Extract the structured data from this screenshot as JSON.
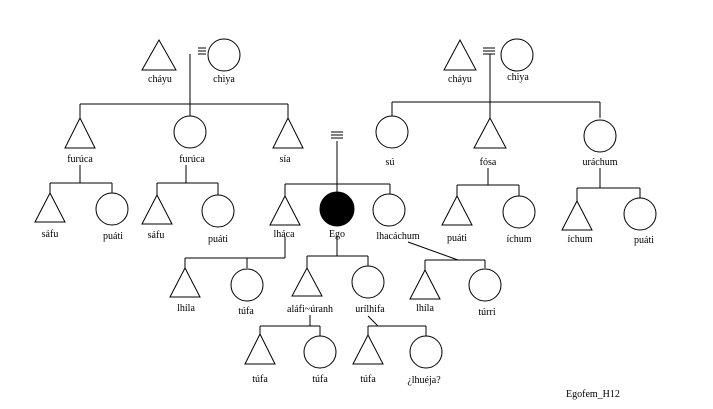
{
  "caption": "Egofem_H12",
  "colors": {
    "line": "#000000",
    "ego_fill": "#000000",
    "background": "#ffffff"
  },
  "people": {
    "gp1_m": "cháyu",
    "gp1_f": "chiya",
    "gp2_m": "cháyu",
    "gp2_f": "chiya",
    "fu1": "furúca",
    "fu2": "furúca",
    "sia": "sía",
    "su": "sú",
    "fosa": "fósa",
    "urachum": "uráchum",
    "safu1": "sáfu",
    "puati1": "puáti",
    "safu2": "sáfu",
    "puati2": "puáti",
    "lhaca": "lháca",
    "ego": "Ego",
    "lhacachum": "lhacáchum",
    "puati3": "puáti",
    "ichum1": "íchum",
    "ichum2": "íchum",
    "puati4": "puáti",
    "lhila1": "lhíla",
    "tufa1": "túfa",
    "alafi": "aláfi~úranh",
    "urilhifa": "urílhifa",
    "lhila2": "lhíla",
    "turri": "túrri",
    "tufa2": "túfa",
    "tufa3": "túfa",
    "tufa4": "túfa",
    "lhueja": "¿lhuéja?"
  }
}
